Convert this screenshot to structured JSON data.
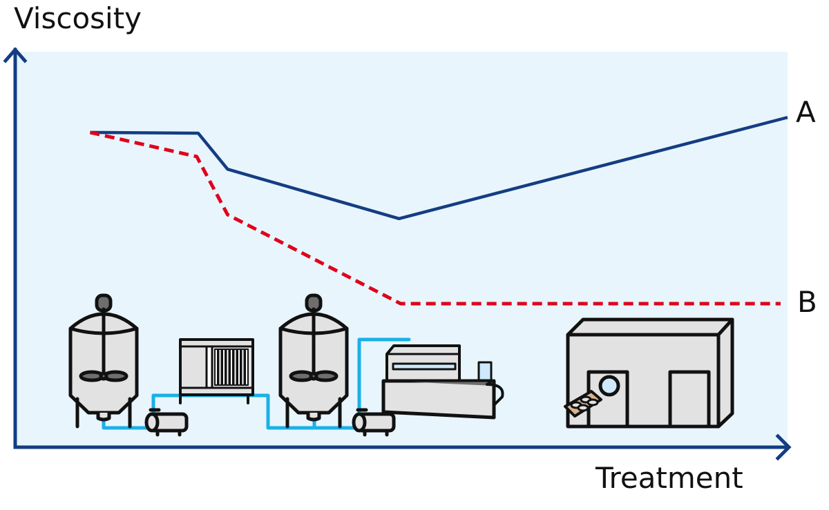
{
  "chart_data": {
    "type": "line",
    "title": "",
    "xlabel": "Treatment",
    "ylabel": "Viscosity",
    "xlim": [
      0,
      10
    ],
    "ylim": [
      0,
      10
    ],
    "grid": false,
    "series": [
      {
        "name": "A",
        "style": "solid",
        "color": "#143d82",
        "x": [
          0.97,
          2.37,
          2.75,
          4.97,
          10.0
        ],
        "y": [
          7.96,
          7.94,
          7.03,
          5.78,
          8.34
        ]
      },
      {
        "name": "B",
        "style": "dashed",
        "color": "#e0001b",
        "x": [
          0.97,
          2.35,
          2.75,
          4.99,
          9.91
        ],
        "y": [
          7.96,
          7.35,
          5.88,
          3.63,
          3.63
        ]
      }
    ]
  },
  "colors": {
    "axis": "#143d82",
    "plot_bg": "#e8f5fd",
    "pipe": "#1ab0e8",
    "equipment_fill": "#e2e2e2",
    "equipment_dark": "#6e6e6e",
    "window": "#cde9fb",
    "tray": "#d9b48a"
  },
  "equipment": [
    {
      "icon": "mixing-tank-icon"
    },
    {
      "icon": "pump-icon"
    },
    {
      "icon": "filter-press-icon"
    },
    {
      "icon": "mixing-tank-icon"
    },
    {
      "icon": "pump-icon"
    },
    {
      "icon": "conveyor-dryer-icon"
    },
    {
      "icon": "factory-building-icon"
    }
  ]
}
